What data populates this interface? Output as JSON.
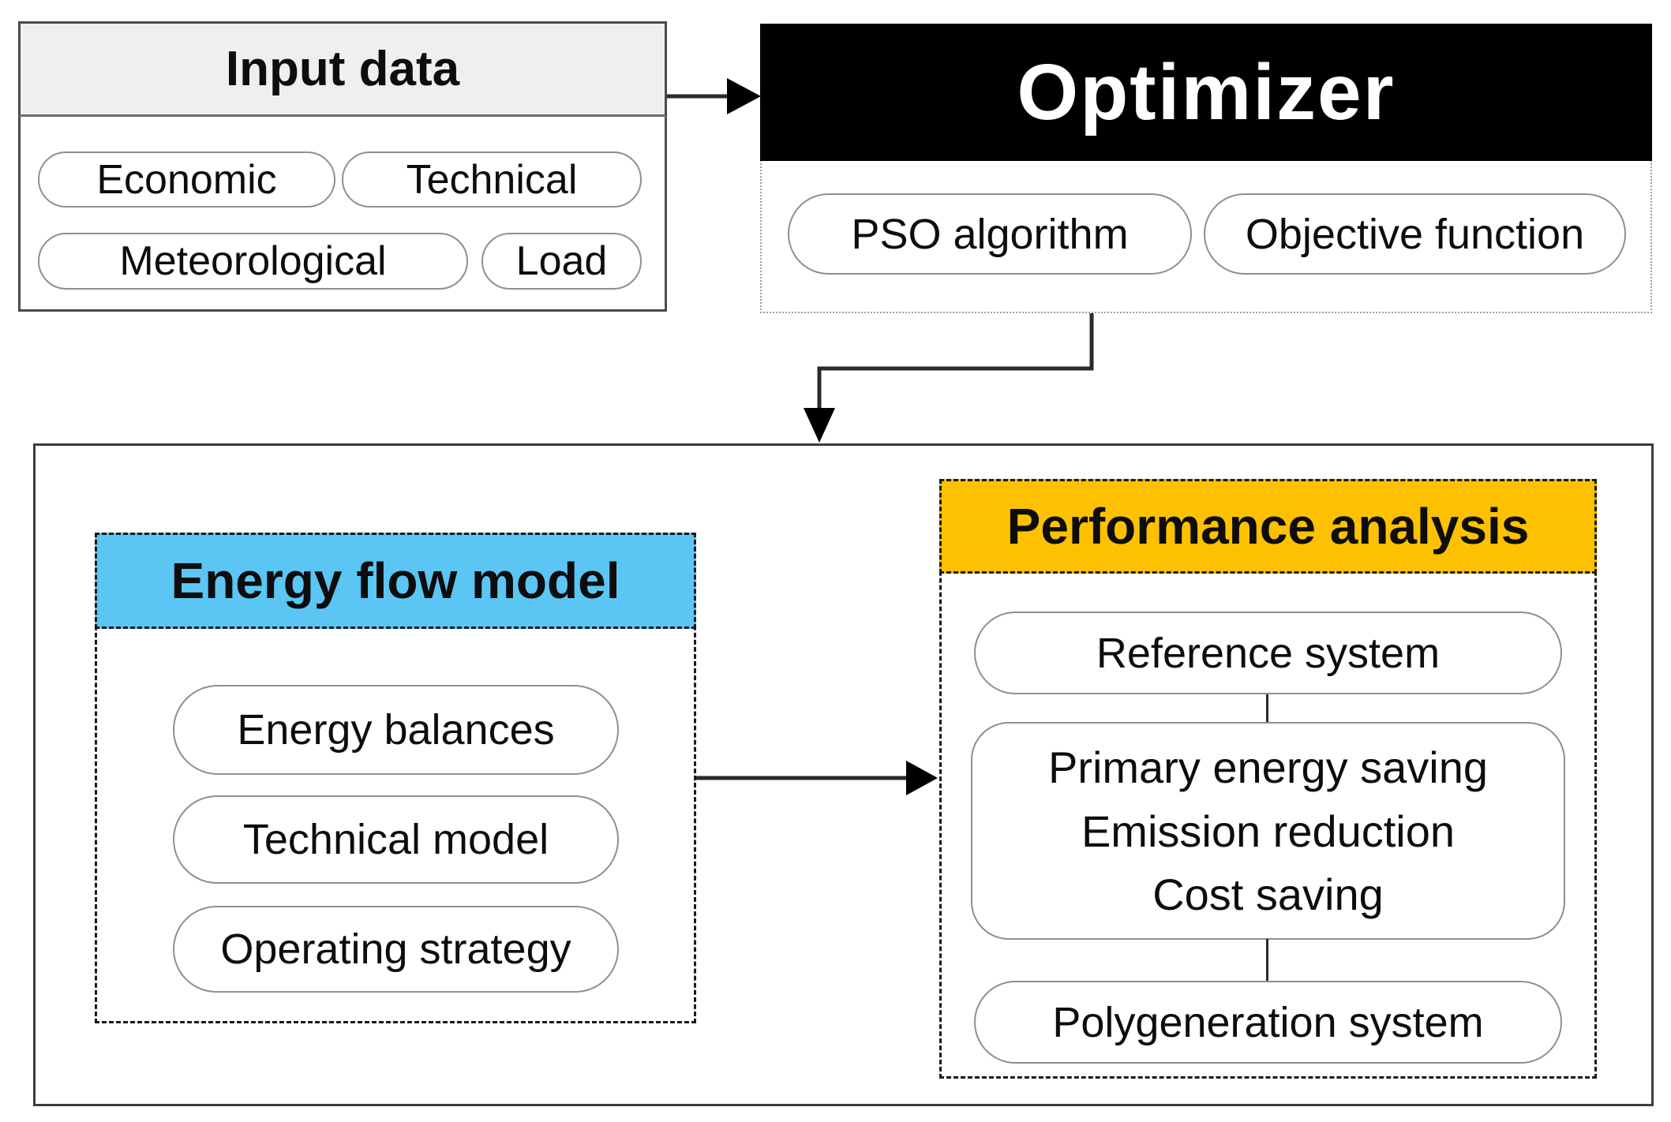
{
  "input_data": {
    "title": "Input data",
    "pills": [
      "Economic",
      "Technical",
      "Meteorological",
      "Load"
    ]
  },
  "optimizer": {
    "title": "Optimizer",
    "pills": [
      "PSO algorithm",
      "Objective function"
    ]
  },
  "system": {
    "energy_flow_model": {
      "title": "Energy flow model",
      "pills": [
        "Energy balances",
        "Technical model",
        "Operating strategy"
      ]
    },
    "performance_analysis": {
      "title": "Performance analysis",
      "reference_system": "Reference system",
      "metrics": [
        "Primary energy saving",
        "Emission reduction",
        "Cost saving"
      ],
      "polygeneration_system": "Polygeneration system"
    }
  },
  "colors": {
    "input_header_bg": "#efefef",
    "input_border": "#4a4a4a",
    "optimizer_header_bg": "#000000",
    "optimizer_title_text": "#ffffff",
    "optimizer_border_dotted": "#9e9e9e",
    "energy_flow_header_bg": "#5bc6f4",
    "performance_header_bg": "#fdc101",
    "dashed_border": "#1a1a1a",
    "container_border": "#3d3d3d",
    "pill_border": "#8f8f8f",
    "arrow": "#1a1a1a",
    "text": "#0d0d0d"
  }
}
